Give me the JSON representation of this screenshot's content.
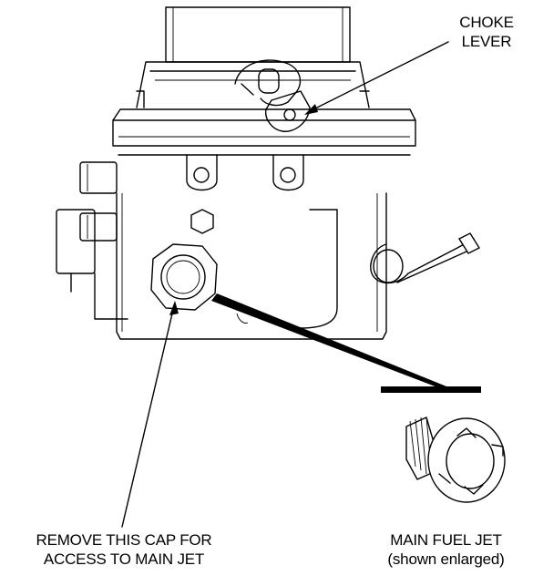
{
  "labels": {
    "choke": [
      "CHOKE",
      "LEVER"
    ],
    "remove_cap": [
      "REMOVE THIS CAP FOR",
      "ACCESS TO MAIN JET"
    ],
    "main_jet": [
      "MAIN FUEL JET",
      "(shown enlarged)"
    ]
  },
  "colors": {
    "ink": "#000000",
    "paper": "#ffffff"
  }
}
